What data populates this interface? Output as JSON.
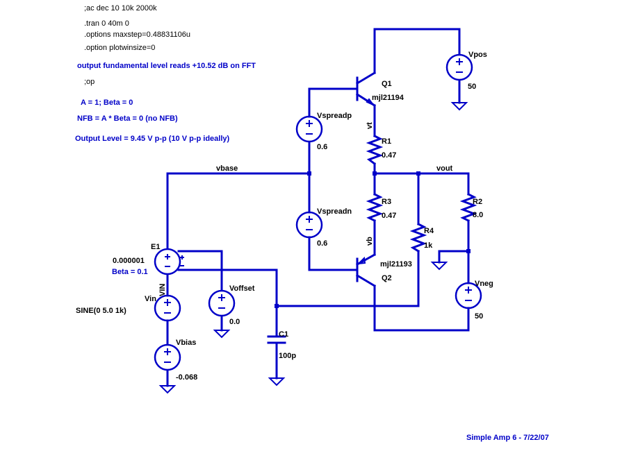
{
  "directives": {
    "ac": ";ac dec 10 10k 2000k",
    "tran": ".tran 0 40m 0",
    "maxstep": ".options maxstep=0.48831106u",
    "plotwin": ".option plotwinsize=0",
    "op": ";op"
  },
  "notes": {
    "fft": "output fundamental level reads +10.52 dB on FFT",
    "gain": "A = 1;  Beta = 0",
    "nfb": "NFB = A * Beta = 0  (no NFB)",
    "level": "Output Level = 9.45 V p-p (10 V p-p ideally)"
  },
  "nets": {
    "vbase": "vbase",
    "vout": "vout",
    "vt": "vt",
    "vb": "vb",
    "vin": "VIN"
  },
  "components": {
    "q1": {
      "name": "Q1",
      "model": "mjl21194"
    },
    "q2": {
      "name": "Q2",
      "model": "mjl21193"
    },
    "r1": {
      "name": "R1",
      "value": "0.47"
    },
    "r2": {
      "name": "R2",
      "value": "8.0"
    },
    "r3": {
      "name": "R3",
      "value": "0.47"
    },
    "r4": {
      "name": "R4",
      "value": "1k"
    },
    "c1": {
      "name": "C1",
      "value": "100p"
    },
    "e1": {
      "name": "E1",
      "value": "0.000001",
      "beta": "Beta = 0.1"
    },
    "vpos": {
      "name": "Vpos",
      "value": "50"
    },
    "vneg": {
      "name": "Vneg",
      "value": "50"
    },
    "vspreadp": {
      "name": "Vspreadp",
      "value": "0.6"
    },
    "vspreadn": {
      "name": "Vspreadn",
      "value": "0.6"
    },
    "vin": {
      "name": "Vin",
      "value": "SINE(0 5.0 1k)"
    },
    "vbias": {
      "name": "Vbias",
      "value": "-0.068"
    },
    "voffset": {
      "name": "Voffset",
      "value": "0.0"
    }
  },
  "footer": "Simple Amp 6 - 7/22/07",
  "colors": {
    "wire": "#0000c8",
    "text": "#000000",
    "note": "#0000c8"
  }
}
